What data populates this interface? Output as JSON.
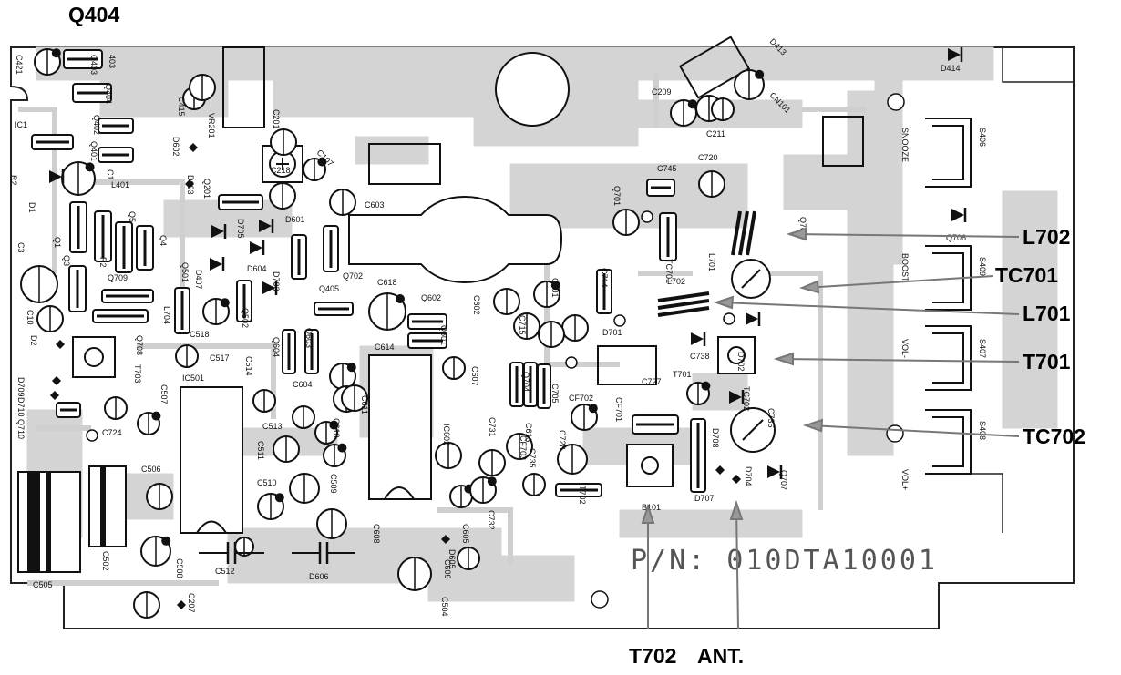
{
  "part_number": "P/N: 010DTA10001",
  "callouts": {
    "q404": "Q404",
    "l702": "L702",
    "tc701": "TC701",
    "l701": "L701",
    "t701": "T701",
    "tc702": "TC702",
    "t702": "T702",
    "ant": "ANT."
  },
  "switches": {
    "snooze": "SNOOZE",
    "s406": "S406",
    "boost": "BOOST",
    "s409": "S409",
    "vol_minus": "VOL-",
    "s407": "S407",
    "vol_plus": "VOL+",
    "s408": "S408"
  },
  "ics": {
    "ic501": "IC501",
    "ic602": "IC602"
  },
  "labels": [
    "C421",
    "Q403",
    "403",
    "Q404",
    "C415",
    "C201",
    "IC1",
    "R2",
    "C1",
    "Q402",
    "Q401",
    "D602",
    "D603",
    "VR201",
    "C218",
    "C107",
    "Q201",
    "L401",
    "D1",
    "Q5",
    "D705",
    "D601",
    "C603",
    "C3",
    "Q1",
    "Q3",
    "R2",
    "Q4",
    "D604",
    "Q709",
    "Q501",
    "D407",
    "D703",
    "Q702",
    "Q405",
    "C618",
    "Q602",
    "C10",
    "D2",
    "L704",
    "C518",
    "Q502",
    "C517",
    "C514",
    "Q604",
    "Q603",
    "C614",
    "C601",
    "C602",
    "Q601",
    "C607",
    "D709",
    "Q708",
    "T703",
    "D710",
    "Q710",
    "C724",
    "C507",
    "C513",
    "C604",
    "C611",
    "C610",
    "C511",
    "C506",
    "C510",
    "C509",
    "C508",
    "C608",
    "C605",
    "D605",
    "C609",
    "C504",
    "C502",
    "C505",
    "C512",
    "D606",
    "C207",
    "C209",
    "C211",
    "CN101",
    "D413",
    "D414",
    "Q706",
    "C745",
    "C720",
    "Q701",
    "TC701",
    "L701",
    "L702",
    "Q705",
    "C714",
    "C715",
    "D701",
    "C738",
    "T701",
    "D702",
    "TC702",
    "C736",
    "CF702",
    "CF701",
    "C727",
    "C613",
    "C731",
    "C735",
    "C728",
    "C732",
    "CF703",
    "T702",
    "B101",
    "D707",
    "D708",
    "D704",
    "Q707",
    "Q704",
    "C705"
  ]
}
